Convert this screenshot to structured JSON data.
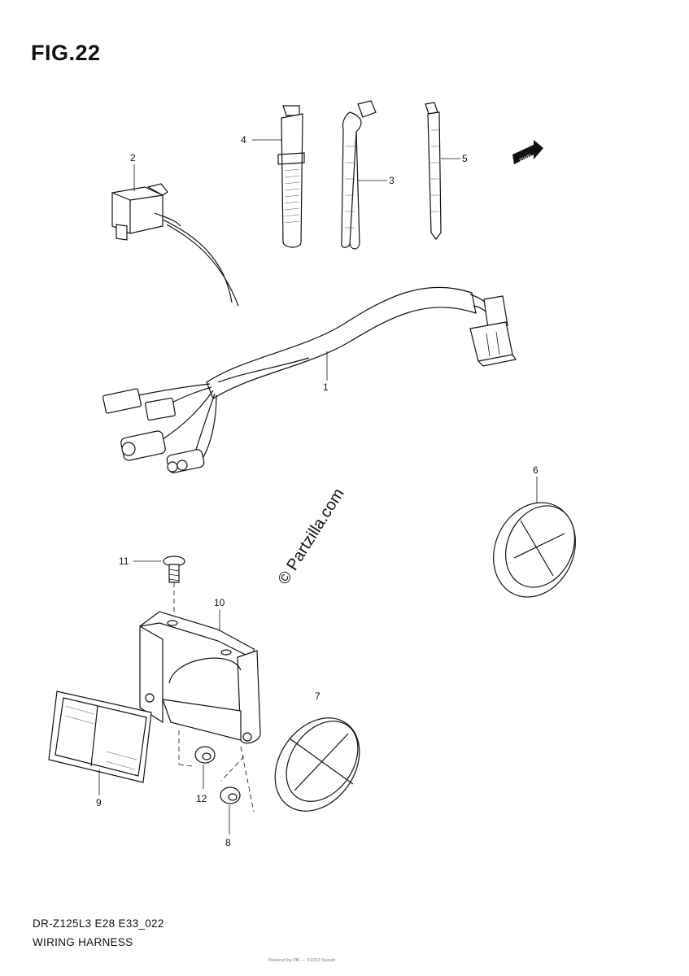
{
  "figure": {
    "title": "FIG.22",
    "model_code": "DR-Z125L3 E28 E33_022",
    "section_name": "WIRING HARNESS"
  },
  "watermark": "© Partzilla.com",
  "direction_marker": "FWD",
  "callouts": [
    {
      "id": "1",
      "label": "1"
    },
    {
      "id": "2",
      "label": "2"
    },
    {
      "id": "3",
      "label": "3"
    },
    {
      "id": "4",
      "label": "4"
    },
    {
      "id": "5",
      "label": "5"
    },
    {
      "id": "6",
      "label": "6"
    },
    {
      "id": "7",
      "label": "7"
    },
    {
      "id": "8",
      "label": "8"
    },
    {
      "id": "9",
      "label": "9"
    },
    {
      "id": "10",
      "label": "10"
    },
    {
      "id": "11",
      "label": "11"
    },
    {
      "id": "12",
      "label": "12"
    }
  ],
  "footnote": "Powered by PIK — ©2013 Suzuki"
}
